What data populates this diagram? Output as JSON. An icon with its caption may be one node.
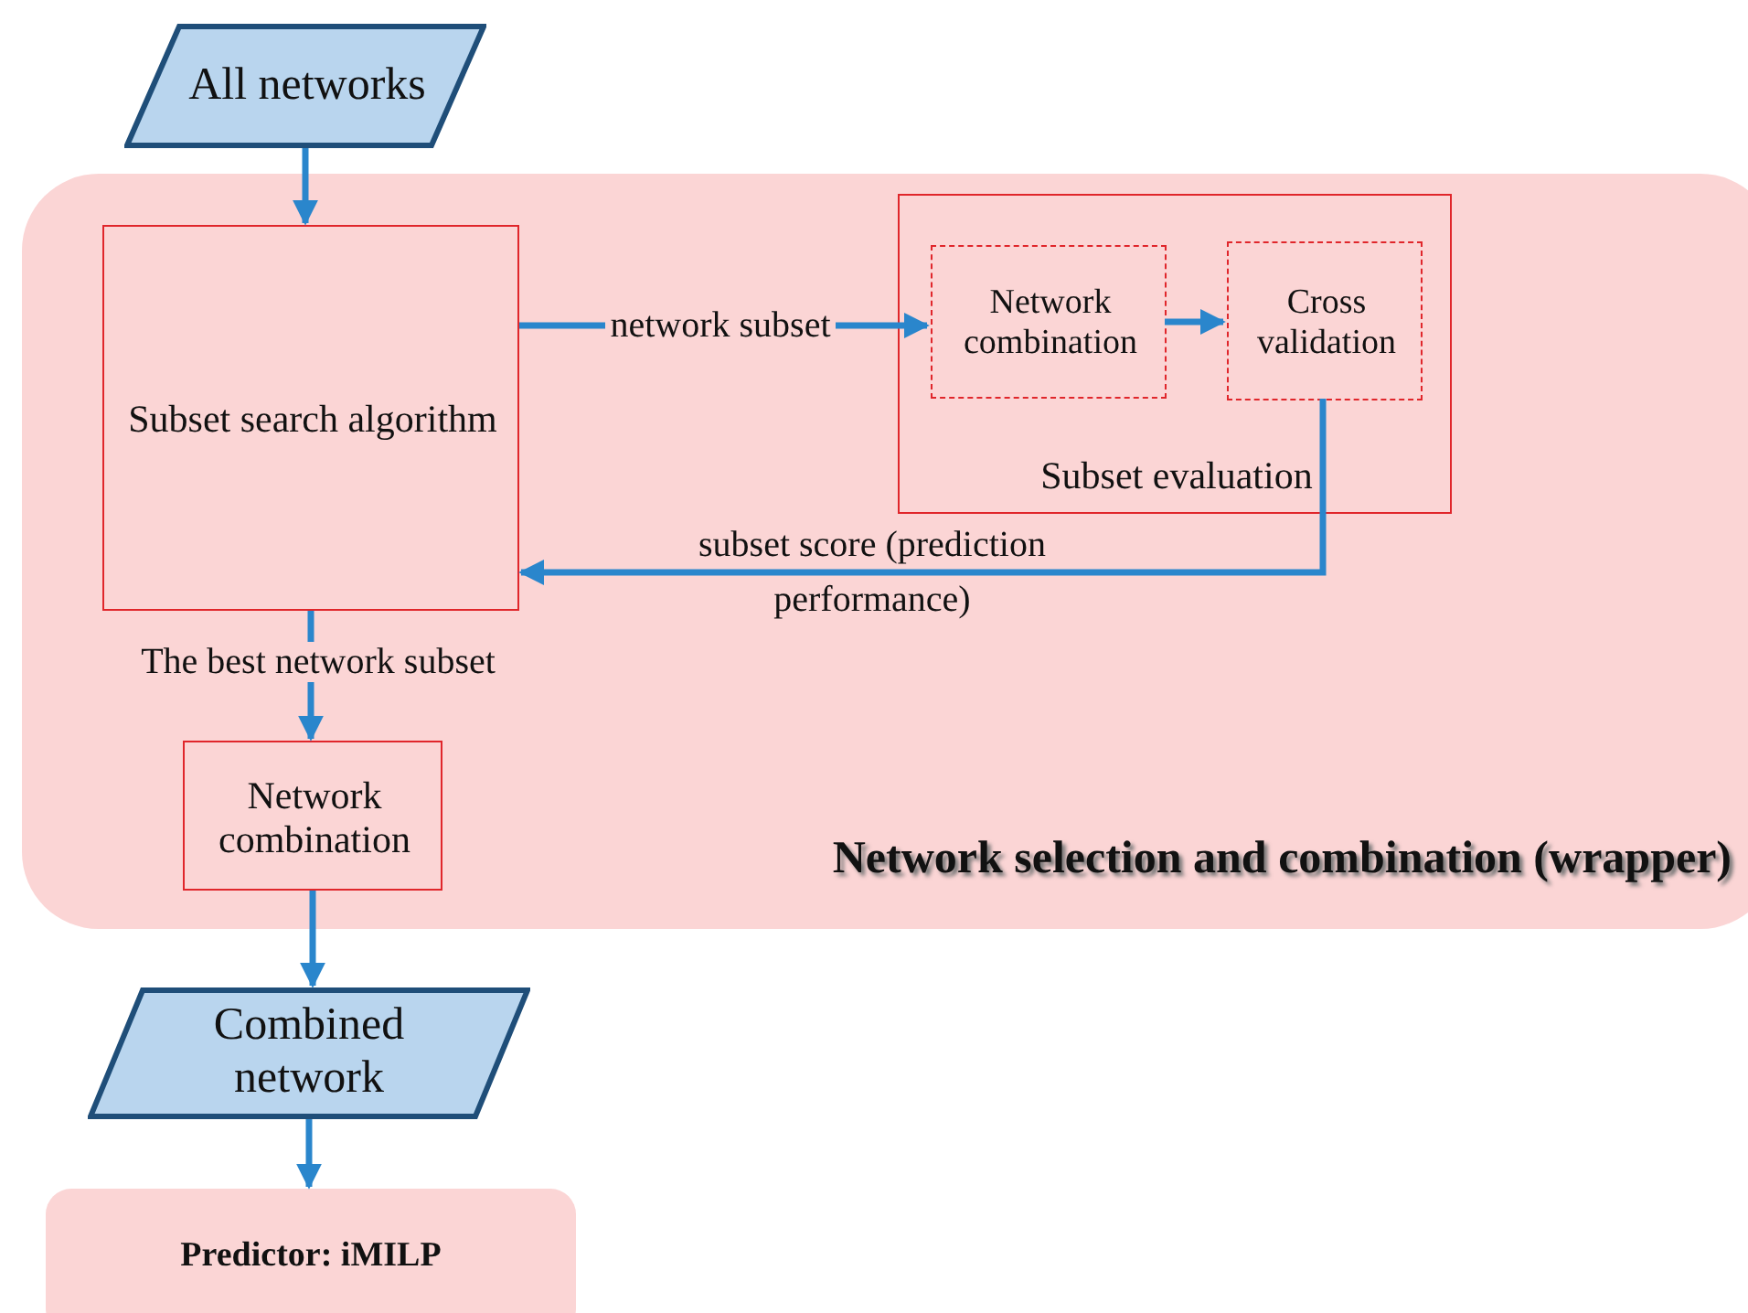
{
  "diagram": {
    "nodes": [
      {
        "text": [
          "All networks"
        ]
      },
      {
        "text": [
          "Network selection and combination (wrapper)"
        ]
      },
      {
        "text": [
          "Subset search algorithm"
        ],
        "in": 1
      },
      {
        "text": [
          "Subset evaluation"
        ],
        "in": 1
      },
      {
        "text": [
          "Network combination"
        ],
        "in": 3
      },
      {
        "text": [
          "Cross validation"
        ],
        "in": 3
      },
      {
        "text": [
          "Network combination"
        ],
        "in": 1
      },
      {
        "text": [
          "Combined network"
        ]
      },
      {
        "text": [
          "Predictor: iMILP"
        ]
      }
    ],
    "edges": [
      {
        "from": 0,
        "to": 2,
        "arrow": "to"
      },
      {
        "from": 2,
        "to": 4,
        "arrow": "to",
        "label": "network subset"
      },
      {
        "from": 4,
        "to": 5,
        "arrow": "to"
      },
      {
        "from": 5,
        "to": 2,
        "arrow": "to",
        "label": "subset score (prediction performance)"
      },
      {
        "from": 2,
        "to": 6,
        "arrow": "to",
        "label": "The best network subset"
      },
      {
        "from": 6,
        "to": 7,
        "arrow": "to"
      },
      {
        "from": 7,
        "to": 8,
        "arrow": "to"
      }
    ]
  }
}
